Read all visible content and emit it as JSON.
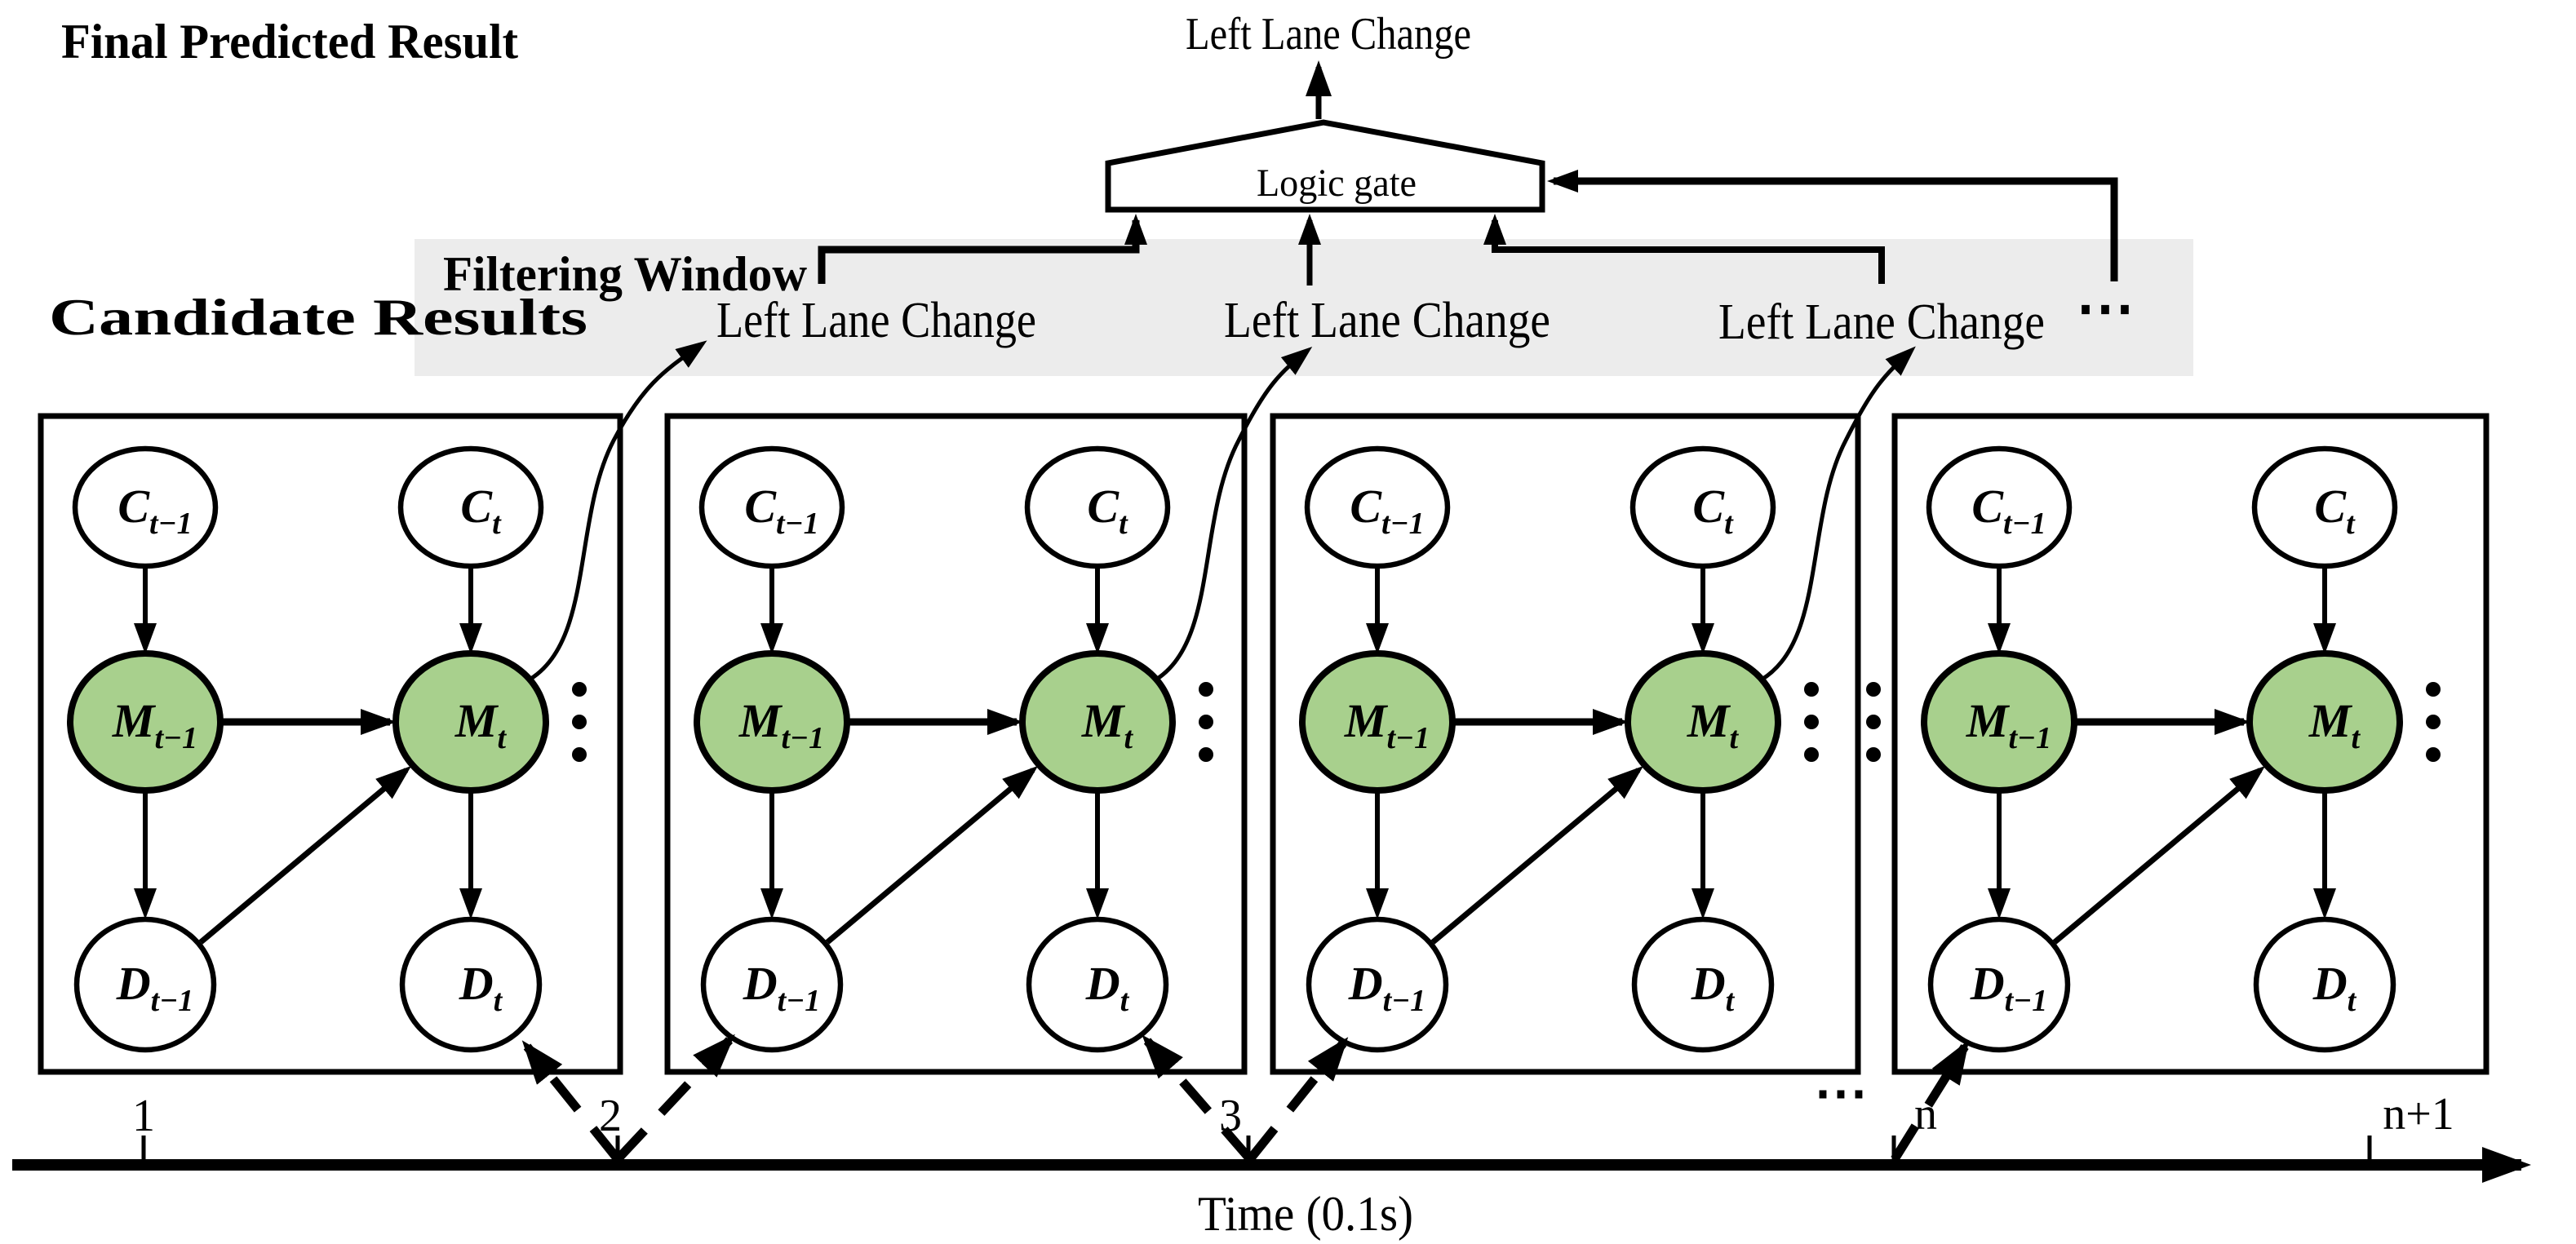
{
  "header": {
    "final_result_title": "Final Predicted Result",
    "final_prediction": "Left Lane Change",
    "logic_gate": "Logic gate"
  },
  "candidate_results_label": "Candidate Results",
  "filtering_window": {
    "label": "Filtering Window",
    "candidates": [
      "Left Lane Change",
      "Left Lane Change",
      "Left Lane Change"
    ],
    "more": "⋯"
  },
  "windows": {
    "count": 4,
    "more_between": "⋮",
    "more_inside": "⋮",
    "nodes": {
      "c_prev": {
        "base": "C",
        "sub": "t−1"
      },
      "c_cur": {
        "base": "C",
        "sub": "t"
      },
      "m_prev": {
        "base": "M",
        "sub": "t−1"
      },
      "m_cur": {
        "base": "M",
        "sub": "t"
      },
      "d_prev": {
        "base": "D",
        "sub": "t−1"
      },
      "d_cur": {
        "base": "D",
        "sub": "t"
      }
    }
  },
  "axis": {
    "ticks": [
      "1",
      "2",
      "3",
      "n",
      "n+1"
    ],
    "more": "⋯",
    "label": "Time (0.1s)"
  },
  "colors": {
    "highlight_node": "#a8d08d",
    "plain_node": "#ffffff",
    "window_band": "#ececec",
    "ink": "#000000"
  }
}
